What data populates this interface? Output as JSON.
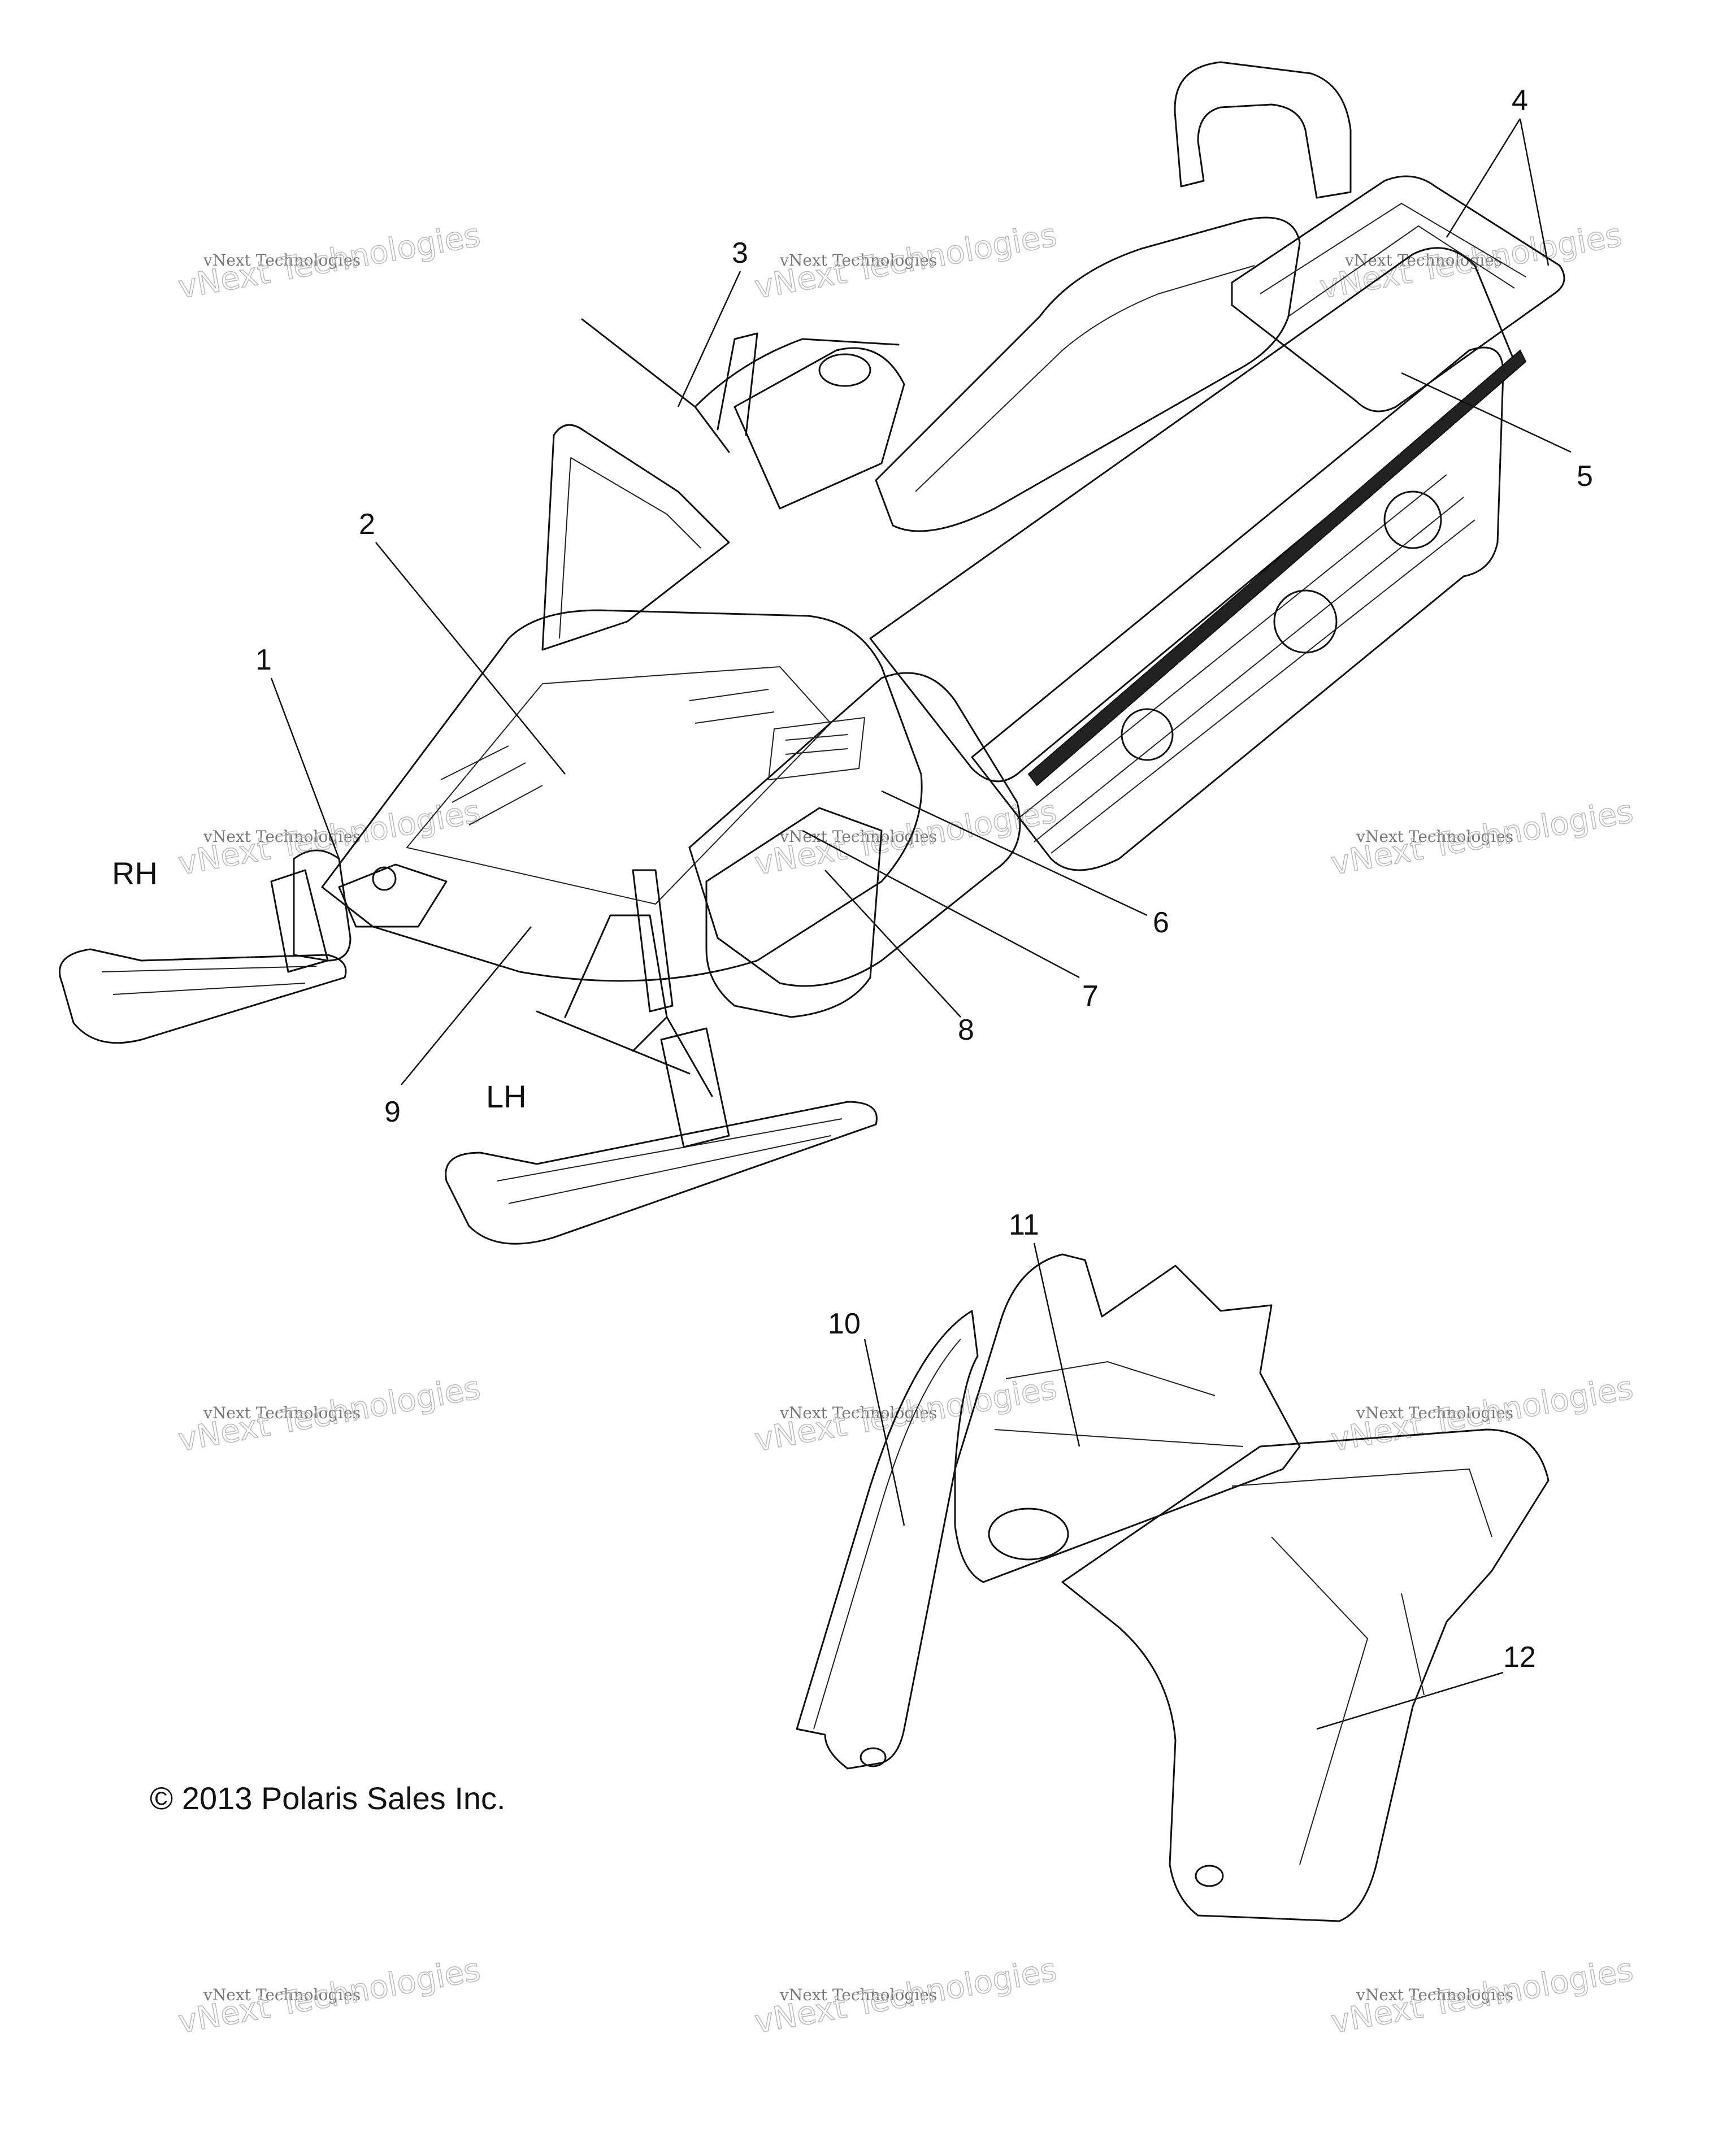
{
  "callouts": [
    {
      "n": "1"
    },
    {
      "n": "2"
    },
    {
      "n": "3"
    },
    {
      "n": "4"
    },
    {
      "n": "5"
    },
    {
      "n": "6"
    },
    {
      "n": "7"
    },
    {
      "n": "8"
    },
    {
      "n": "9"
    },
    {
      "n": "10"
    },
    {
      "n": "11"
    },
    {
      "n": "12"
    }
  ],
  "side_labels": {
    "rh": "RH",
    "lh": "LH"
  },
  "watermark": {
    "line1": "vNext Technologies",
    "line2": "vNext Technologies"
  },
  "copyright": "© 2013 Polaris Sales Inc."
}
